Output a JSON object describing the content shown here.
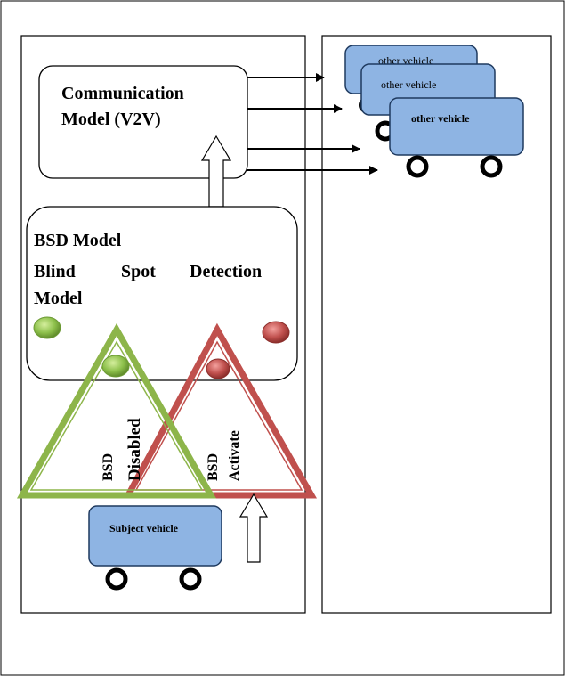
{
  "diagram": {
    "communication_box": {
      "line1": "Communication",
      "line2": "Model (V2V)"
    },
    "bsd_box": {
      "title": "BSD Model",
      "line2_word1": "Blind",
      "line2_word2": "Spot",
      "line2_word3": "Detection",
      "line3": "Model"
    },
    "triangle_disabled": {
      "line1": "BSD",
      "line2": "Disabled",
      "color": "#8db54a"
    },
    "triangle_activate": {
      "line1": "BSD",
      "line2": "Activate",
      "color": "#c0504d"
    },
    "subject_vehicle": {
      "label": "Subject vehicle"
    },
    "other_vehicles": {
      "back_label": "other vehicle",
      "middle_label": "other vehicle",
      "front_label": "other vehicle"
    },
    "colors": {
      "vehicle_fill": "#8eb4e3",
      "vehicle_stroke": "#1f3a5f",
      "green_light": "#8dc04b",
      "red_light": "#c0504d"
    }
  }
}
